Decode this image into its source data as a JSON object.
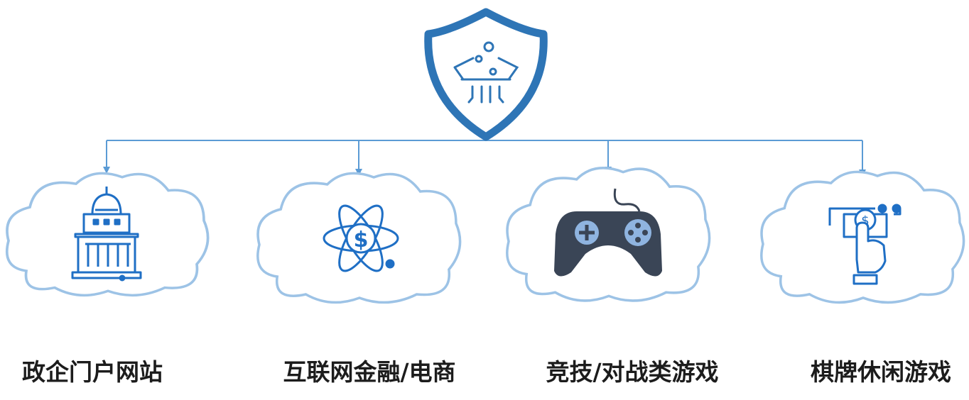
{
  "diagram": {
    "colors": {
      "line": "#5b9bd5",
      "shield": "#2e75b6",
      "cloud": "#9dc3e6",
      "icon_blue": "#1f6fc5",
      "gamepad": "#3a4556",
      "gamepad_button": "#8fb4e0"
    },
    "root": {
      "icon": "shield-tech-icon"
    },
    "categories": [
      {
        "label": "政企门户网站",
        "icon": "government-building-icon"
      },
      {
        "label": "互联网金融/电商",
        "icon": "dollar-atom-icon"
      },
      {
        "label": "竞技/对战类游戏",
        "icon": "gamepad-icon"
      },
      {
        "label": "棋牌休闲游戏",
        "icon": "hand-cash-icon"
      }
    ]
  }
}
